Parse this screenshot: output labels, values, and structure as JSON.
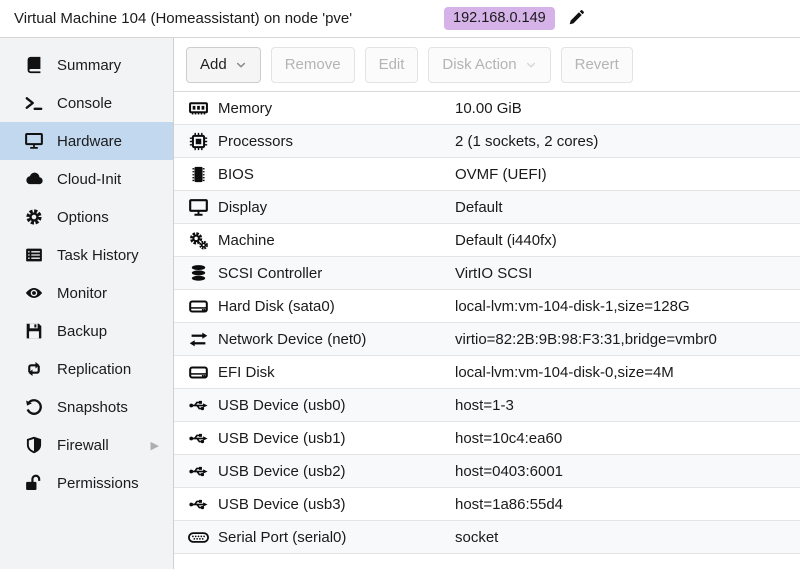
{
  "header": {
    "title": "Virtual Machine 104 (Homeassistant) on node 'pve'",
    "ip_tag": {
      "text": "192.168.0.149",
      "color": "#d5b2e8"
    }
  },
  "sidebar": {
    "items": [
      {
        "id": "summary",
        "label": "Summary",
        "icon": "book"
      },
      {
        "id": "console",
        "label": "Console",
        "icon": "terminal"
      },
      {
        "id": "hardware",
        "label": "Hardware",
        "icon": "display",
        "selected": true
      },
      {
        "id": "cloud-init",
        "label": "Cloud-Init",
        "icon": "cloud"
      },
      {
        "id": "options",
        "label": "Options",
        "icon": "gear"
      },
      {
        "id": "task-history",
        "label": "Task History",
        "icon": "list"
      },
      {
        "id": "monitor",
        "label": "Monitor",
        "icon": "eye"
      },
      {
        "id": "backup",
        "label": "Backup",
        "icon": "floppy"
      },
      {
        "id": "replication",
        "label": "Replication",
        "icon": "retweet"
      },
      {
        "id": "snapshots",
        "label": "Snapshots",
        "icon": "history"
      },
      {
        "id": "firewall",
        "label": "Firewall",
        "icon": "shield",
        "has_submenu": true
      },
      {
        "id": "permissions",
        "label": "Permissions",
        "icon": "unlock"
      }
    ]
  },
  "toolbar": {
    "buttons": [
      {
        "label": "Add",
        "dropdown": true,
        "enabled": true
      },
      {
        "label": "Remove",
        "dropdown": false,
        "enabled": false
      },
      {
        "label": "Edit",
        "dropdown": false,
        "enabled": false
      },
      {
        "label": "Disk Action",
        "dropdown": true,
        "enabled": false
      },
      {
        "label": "Revert",
        "dropdown": false,
        "enabled": false
      }
    ]
  },
  "hardware": {
    "rows": [
      {
        "icon": "memory",
        "label": "Memory",
        "value": "10.00 GiB"
      },
      {
        "icon": "cpu",
        "label": "Processors",
        "value": "2 (1 sockets, 2 cores)"
      },
      {
        "icon": "microchip",
        "label": "BIOS",
        "value": "OVMF (UEFI)"
      },
      {
        "icon": "display",
        "label": "Display",
        "value": "Default"
      },
      {
        "icon": "gears",
        "label": "Machine",
        "value": "Default (i440fx)"
      },
      {
        "icon": "database",
        "label": "SCSI Controller",
        "value": "VirtIO SCSI"
      },
      {
        "icon": "hdd",
        "label": "Hard Disk (sata0)",
        "value": "local-lvm:vm-104-disk-1,size=128G"
      },
      {
        "icon": "exchange",
        "label": "Network Device (net0)",
        "value": "virtio=82:2B:9B:98:F3:31,bridge=vmbr0"
      },
      {
        "icon": "hdd",
        "label": "EFI Disk",
        "value": "local-lvm:vm-104-disk-0,size=4M"
      },
      {
        "icon": "usb",
        "label": "USB Device (usb0)",
        "value": "host=1-3"
      },
      {
        "icon": "usb",
        "label": "USB Device (usb1)",
        "value": "host=10c4:ea60"
      },
      {
        "icon": "usb",
        "label": "USB Device (usb2)",
        "value": "host=0403:6001"
      },
      {
        "icon": "usb",
        "label": "USB Device (usb3)",
        "value": "host=1a86:55d4"
      },
      {
        "icon": "serial",
        "label": "Serial Port (serial0)",
        "value": "socket"
      }
    ]
  },
  "colors": {
    "selection_blue": "#c2d8ee",
    "tag_purple": "#d5b2e8",
    "row_stripe": "#f8f9fa",
    "sidebar_bg": "#f2f3f5"
  }
}
